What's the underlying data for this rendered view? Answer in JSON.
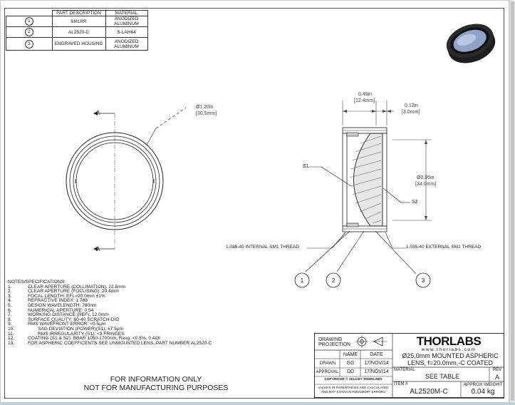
{
  "parts_table": {
    "headers": [
      "PART DESCRIPTION",
      "MATERIAL"
    ],
    "rows": [
      {
        "num": "1",
        "desc": "SM1RR",
        "mat": "ANODIZED ALUMINUM"
      },
      {
        "num": "2",
        "desc": "AL2520-C",
        "mat": "S-LAH64"
      },
      {
        "num": "3",
        "desc": "ENGRAVED HOUSING",
        "mat": "ANODIZED ALUMINUM"
      }
    ]
  },
  "drawing": {
    "section_label": "A",
    "outer_dia_in": "Ø1.20in",
    "outer_dia_mm": "[30.5mm]",
    "length_in": "0.49in",
    "length_mm": "[12.4mm]",
    "offset_in": "0.12in",
    "offset_mm": "[3.0mm]",
    "clear_dia_in": "Ø0.95in",
    "clear_dia_mm": "[24.0mm]",
    "s1": "S1",
    "s2": "S2",
    "internal_thread": "1.035-40 INTERNAL SM1 THREAD",
    "external_thread": "1.035-40 EXTERNAL SM1 THREAD",
    "balloons": [
      "1",
      "2",
      "3"
    ]
  },
  "notes": {
    "heading": "NOTES/SPECIFICATIONS:",
    "items": [
      {
        "n": "1.",
        "t": "CLEAR APERTURE (COLLIMATION): 22.5mm"
      },
      {
        "n": "2.",
        "t": "CLEAR APERTURE (FOCUSING): 20.4mm"
      },
      {
        "n": "3.",
        "t": "FOCAL LENGTH: EFL=20.0mm ±1%"
      },
      {
        "n": "4.",
        "t": "REFRACTIVE INDEX: 1.788"
      },
      {
        "n": "5.",
        "t": "DESIGN WAVELENGTH: 780nm"
      },
      {
        "n": "6.",
        "t": "NUMERICAL APERTURE: 0.54"
      },
      {
        "n": "7.",
        "t": "WORKING DISTANCE (REF): 12.0mm"
      },
      {
        "n": "8.",
        "t": "SURFACE QUALITY: 60-40 SCRATCH-DIG"
      },
      {
        "n": "9.",
        "t": "RMS WAVEFRONT ERROR: <0.5µm"
      },
      {
        "n": "10.",
        "t": "SAG DEVIATION (POWER)(S1): ±7.5µm"
      },
      {
        "n": "11.",
        "t": "RMS IRREGULARITY (S1): <3 FRINGES"
      },
      {
        "n": "12.",
        "t": "COATING (S1 & S2): BBAR 1050-1700nm, Ravg: <0.5%, 0 AOI"
      },
      {
        "n": "13.",
        "t": "FOR ASPHERIC COEFFICENTS SEE UNMOUNTED LENS, PART NUMBER AL2520-C"
      }
    ]
  },
  "disclaimer": {
    "line1": "FOR INFORMATION ONLY",
    "line2": "NOT FOR MANUFACTURING PURPOSES"
  },
  "title_block": {
    "projection": "DRAWING PROJECTION",
    "name_hdr": "NAME",
    "date_hdr": "DATE",
    "drawn_label": "DRAWN",
    "drawn_name": "GG",
    "drawn_date": "17/NOV/14",
    "approval_label": "APPROVAL",
    "approval_name": "DD",
    "approval_date": "17/NOV/14",
    "copyright": "COPYRIGHT © 2014 BY THORLABS",
    "values_note": "VALUES IN PARENTHESIS ARE CALCULATED AND MAY CONTAIN ROUNDOFF ERRORS",
    "brand": "THORLABS",
    "url": "www.thorlabs.com",
    "description": "Ø25.0mm MOUNTED ASPHERIC LENS, f=20.0mm,-C COATED",
    "material_label": "MATERIAL",
    "material_value": "SEE TABLE",
    "rev_label": "REV",
    "rev_value": "A",
    "item_label": "ITEM #",
    "item_value": "AL2520M-C",
    "weight_label": "APPROX WEIGHT",
    "weight_value": "0.04 kg"
  }
}
